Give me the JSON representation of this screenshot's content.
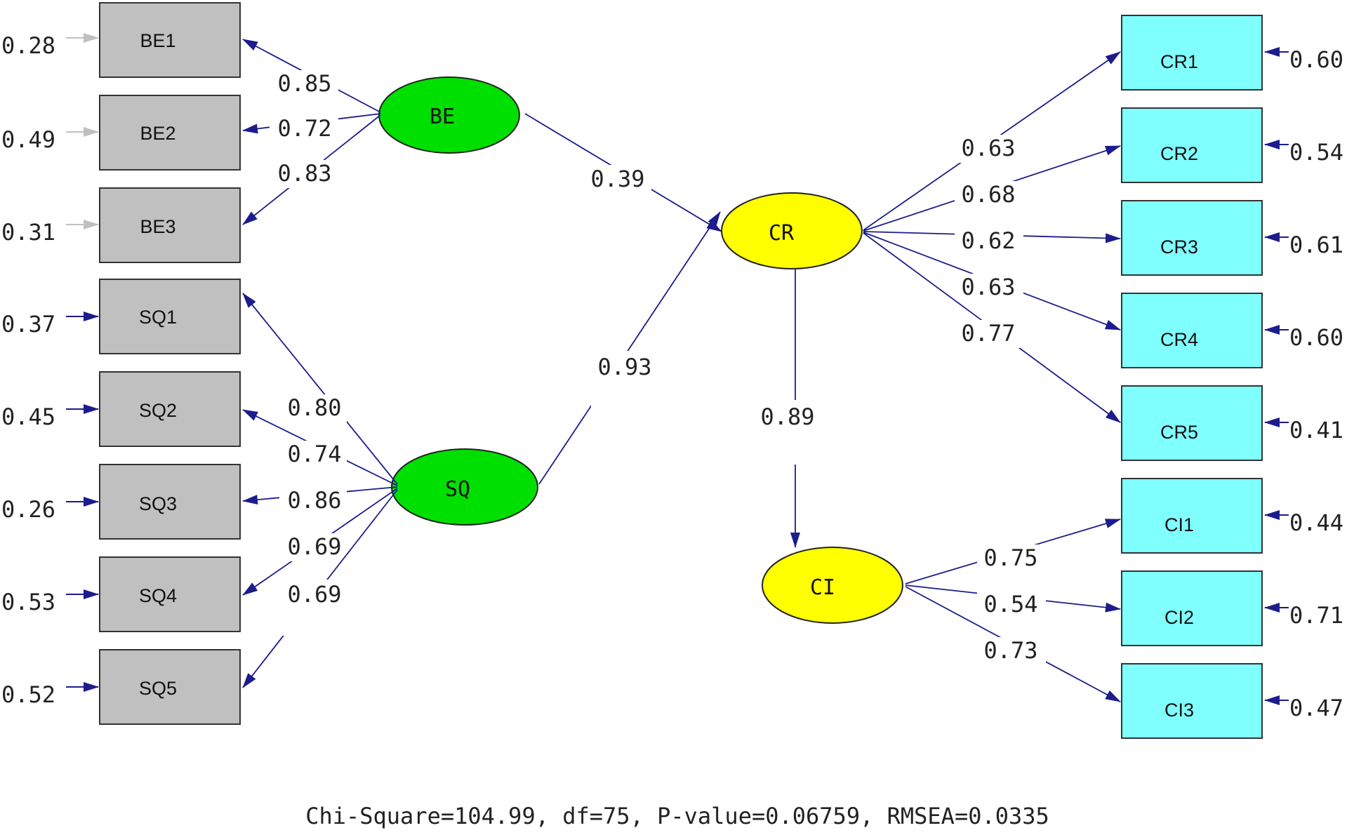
{
  "colors": {
    "observed_left": "#c0c0c0",
    "observed_right": "#80ffff",
    "latent_exogenous": "#00e000",
    "latent_endogenous": "#ffff00",
    "path": "#1c1c8c",
    "error_arrow_gray": "#c0c0c0"
  },
  "latents": {
    "BE": "BE",
    "SQ": "SQ",
    "CR": "CR",
    "CI": "CI"
  },
  "indicators": {
    "BE1": {
      "label": "BE1",
      "error": "0.28",
      "loading": "0.85"
    },
    "BE2": {
      "label": "BE2",
      "error": "0.49",
      "loading": "0.72"
    },
    "BE3": {
      "label": "BE3",
      "error": "0.31",
      "loading": "0.83"
    },
    "SQ1": {
      "label": "SQ1",
      "error": "0.37",
      "loading": "0.80"
    },
    "SQ2": {
      "label": "SQ2",
      "error": "0.45",
      "loading": "0.74"
    },
    "SQ3": {
      "label": "SQ3",
      "error": "0.26",
      "loading": "0.86"
    },
    "SQ4": {
      "label": "SQ4",
      "error": "0.53",
      "loading": "0.69"
    },
    "SQ5": {
      "label": "SQ5",
      "error": "0.52",
      "loading": "0.69"
    },
    "CR1": {
      "label": "CR1",
      "error": "0.60",
      "loading": "0.63"
    },
    "CR2": {
      "label": "CR2",
      "error": "0.54",
      "loading": "0.68"
    },
    "CR3": {
      "label": "CR3",
      "error": "0.61",
      "loading": "0.62"
    },
    "CR4": {
      "label": "CR4",
      "error": "0.60",
      "loading": "0.63"
    },
    "CR5": {
      "label": "CR5",
      "error": "0.41",
      "loading": "0.77"
    },
    "CI1": {
      "label": "CI1",
      "error": "0.44",
      "loading": "0.75"
    },
    "CI2": {
      "label": "CI2",
      "error": "0.71",
      "loading": "0.54"
    },
    "CI3": {
      "label": "CI3",
      "error": "0.47",
      "loading": "0.73"
    }
  },
  "structural_paths": {
    "BE_to_CR": "0.39",
    "SQ_to_CR": "0.93",
    "CR_to_CI": "0.89"
  },
  "fit_statistics": "Chi-Square=104.99, df=75, P-value=0.06759, RMSEA=0.0335"
}
